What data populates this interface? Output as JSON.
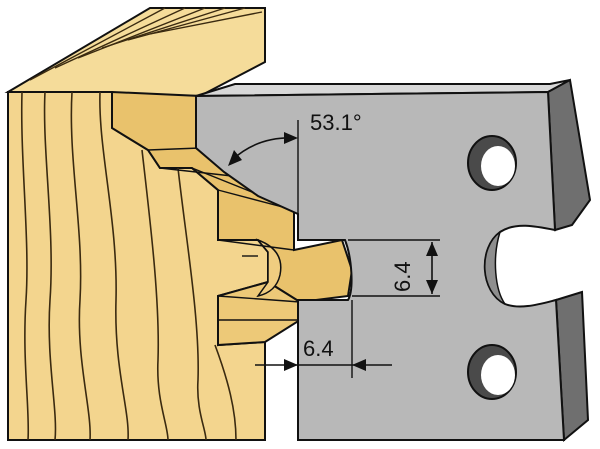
{
  "diagram": {
    "angle_label": "53.1°",
    "depth_label": "6.4",
    "width_label": "6.4"
  },
  "colors": {
    "wood_face": "#f3d58e",
    "wood_shade": "#e6bb63",
    "wood_line": "#3a2a10",
    "knife_face": "#b8b8b8",
    "knife_side": "#6f6f6f",
    "knife_top": "#d8d8d8",
    "hole_fill": "#4a4a4a",
    "outline": "#111111"
  }
}
